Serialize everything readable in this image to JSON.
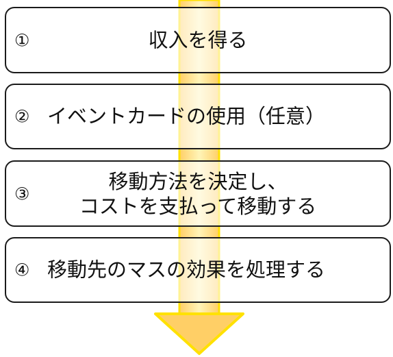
{
  "colors": {
    "arrow_fill": "#ffd166",
    "arrow_outline": "#ffe100",
    "border": "#1a1a1a"
  },
  "steps": [
    {
      "number": "①",
      "text": "収入を得る"
    },
    {
      "number": "②",
      "text": "イベントカードの使用（任意）"
    },
    {
      "number": "③",
      "lines": [
        "移動方法を決定し、",
        "コストを支払って移動する"
      ]
    },
    {
      "number": "④",
      "text": "移動先のマスの効果を処理する"
    }
  ]
}
